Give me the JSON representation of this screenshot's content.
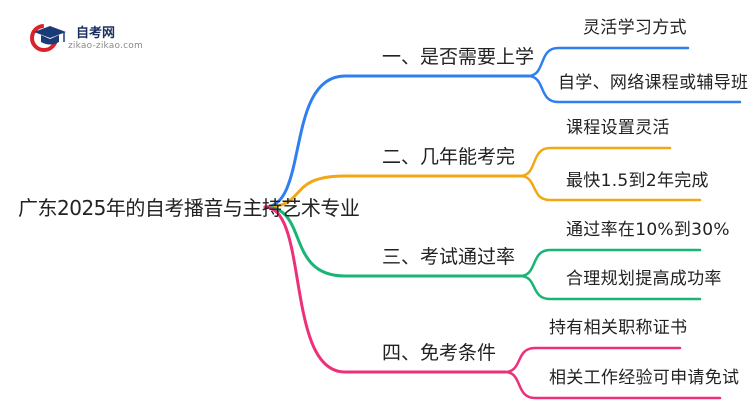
{
  "logo": {
    "name": "自考网",
    "url": "zikao-zikao.com"
  },
  "mindmap": {
    "root": "广东2025年的自考播音与主持艺术专业",
    "branches": [
      {
        "label": "一、是否需要上学",
        "color": "#2f7ff0",
        "children": [
          "灵活学习方式",
          "自学、网络课程或辅导班"
        ]
      },
      {
        "label": "二、几年能考完",
        "color": "#f2a814",
        "children": [
          "课程设置灵活",
          "最快1.5到2年完成"
        ]
      },
      {
        "label": "三、考试通过率",
        "color": "#19b574",
        "children": [
          "通过率在10%到30%",
          "合理规划提高成功率"
        ]
      },
      {
        "label": "四、免考条件",
        "color": "#ee2f7a",
        "children": [
          "持有相关职称证书",
          "相关工作经验可申请免试"
        ]
      }
    ]
  }
}
